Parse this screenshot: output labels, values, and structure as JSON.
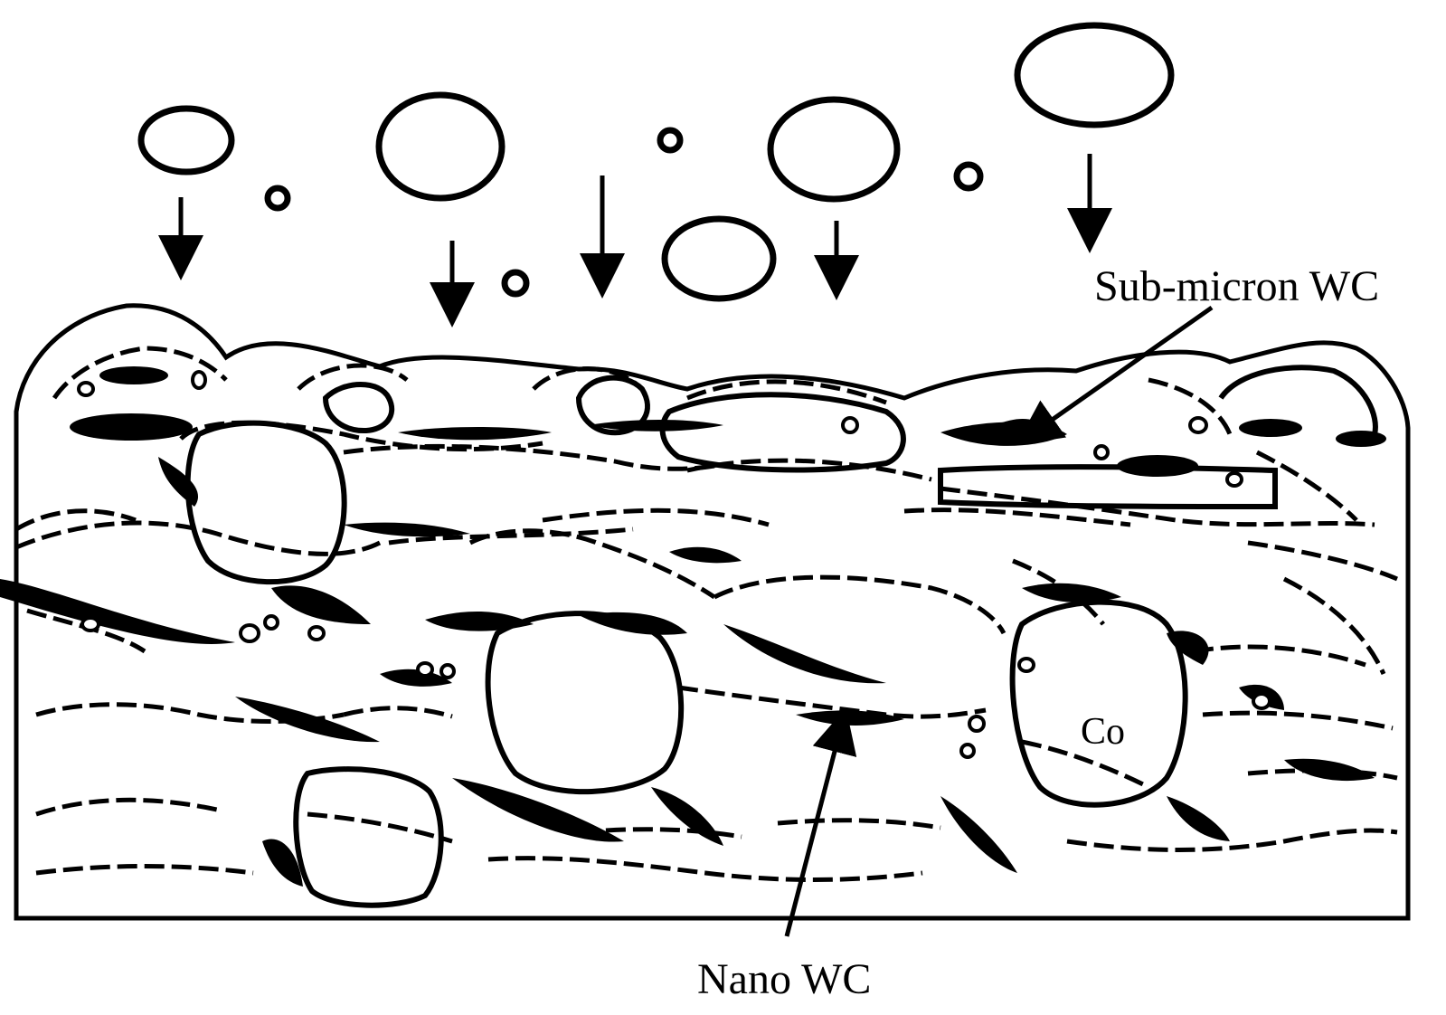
{
  "labels": {
    "sub_micron": "Sub-micron WC",
    "nano": "Nano WC",
    "binder": "Co"
  },
  "colors": {
    "ink": "#000000",
    "background": "#ffffff"
  }
}
